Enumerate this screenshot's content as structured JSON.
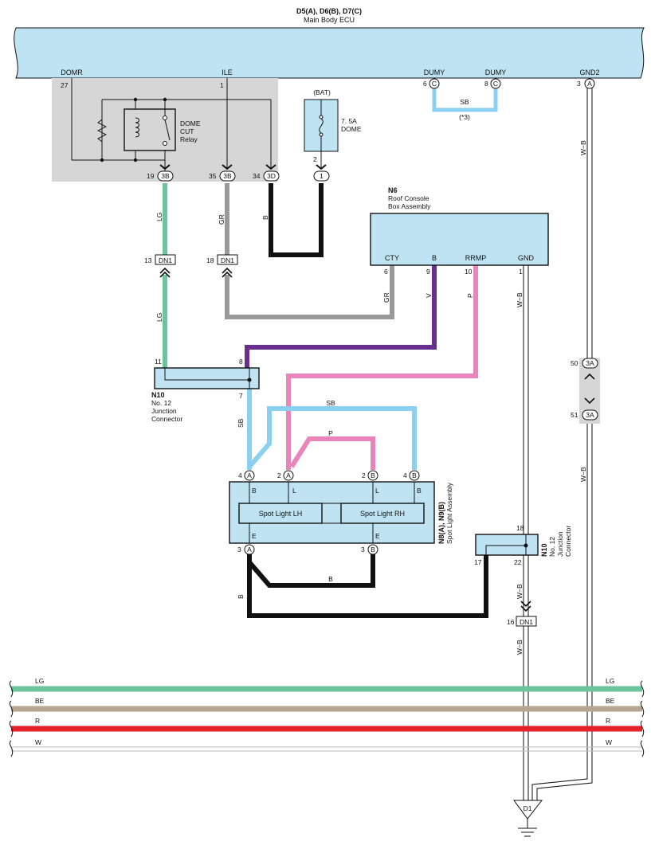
{
  "ecu": {
    "code": "D5(A), D6(B), D7(C)",
    "name": "Main Body ECU",
    "terminals": {
      "domr": "DOMR",
      "ile": "ILE",
      "dumy1": "DUMY",
      "dumy2": "DUMY",
      "gnd2": "GND2"
    },
    "pins": {
      "domr": "27",
      "ile": "1",
      "dumy1": "6",
      "dumy2": "8",
      "gnd2": "3"
    }
  },
  "relay": {
    "line1": "DOME",
    "line2": "CUT",
    "line3": "Relay"
  },
  "fuse": {
    "source": "(BAT)",
    "rating": "7. 5A",
    "name": "DOME",
    "pin": "2"
  },
  "dumy_link": {
    "color": "SB",
    "note": "(*3)"
  },
  "connectors": {
    "c19": {
      "pin": "19",
      "code": "3B"
    },
    "c35": {
      "pin": "35",
      "code": "3B"
    },
    "c34": {
      "pin": "34",
      "code": "3D"
    },
    "c1": {
      "code": "1"
    },
    "dn1_13": {
      "pin": "13",
      "code": "DN1"
    },
    "dn1_18": {
      "pin": "18",
      "code": "DN1"
    },
    "dn1_16": {
      "pin": "16",
      "code": "DN1"
    },
    "c50": {
      "pin": "50",
      "code": "3A"
    },
    "c51": {
      "pin": "51",
      "code": "3A"
    },
    "gnd2_conn": "A",
    "dumy_conn": "C"
  },
  "roof_console": {
    "code": "N6",
    "line1": "Roof Console",
    "line2": "Box Assembly",
    "terminals": {
      "cty": "CTY",
      "b": "B",
      "rrmp": "RRMP",
      "gnd": "GND"
    },
    "pins": {
      "cty": "6",
      "b": "9",
      "rrmp": "10",
      "gnd": "1"
    }
  },
  "junction_left": {
    "code": "N10",
    "line1": "No.  12",
    "line2": "Junction",
    "line3": "Connector",
    "pins": {
      "p11": "11",
      "p8": "8",
      "p7": "7"
    }
  },
  "junction_right": {
    "code": "N10",
    "line1": "No.  12",
    "line2": "Junction",
    "line3": "Connector",
    "pins": {
      "p18": "18",
      "p17": "17",
      "p22": "22"
    }
  },
  "spot_light": {
    "code": "N8(A), N9(B)",
    "name": "Spot Light Assembly",
    "lh": "Spot Light LH",
    "rh": "Spot Light RH",
    "top_pins": [
      "4",
      "2",
      "2",
      "4"
    ],
    "top_conn": [
      "A",
      "A",
      "B",
      "B"
    ],
    "top_terms": [
      "B",
      "L",
      "L",
      "B"
    ],
    "bottom_pins": [
      "3",
      "3"
    ],
    "bottom_conn": [
      "A",
      "B"
    ],
    "bottom_terms": [
      "E",
      "E"
    ]
  },
  "wire_labels": {
    "lg": "LG",
    "gr": "GR",
    "b": "B",
    "v": "V",
    "p": "P",
    "sb": "SB",
    "wb": "W−B"
  },
  "buses": [
    {
      "label": "LG",
      "color": "#6cc59a"
    },
    {
      "label": "BE",
      "color": "#b6a590"
    },
    {
      "label": "R",
      "color": "#e8202a"
    },
    {
      "label": "W",
      "color": "#d0d0d0"
    }
  ],
  "ground": {
    "code": "D1"
  },
  "colors": {
    "ecu_fill": "#bfe3f2",
    "grey_box": "#d6d6d6",
    "lg": "#6cc59a",
    "gr": "#999999",
    "b": "#111111",
    "v": "#6a2f8e",
    "p": "#e985bb",
    "sb": "#8bd0f0"
  }
}
